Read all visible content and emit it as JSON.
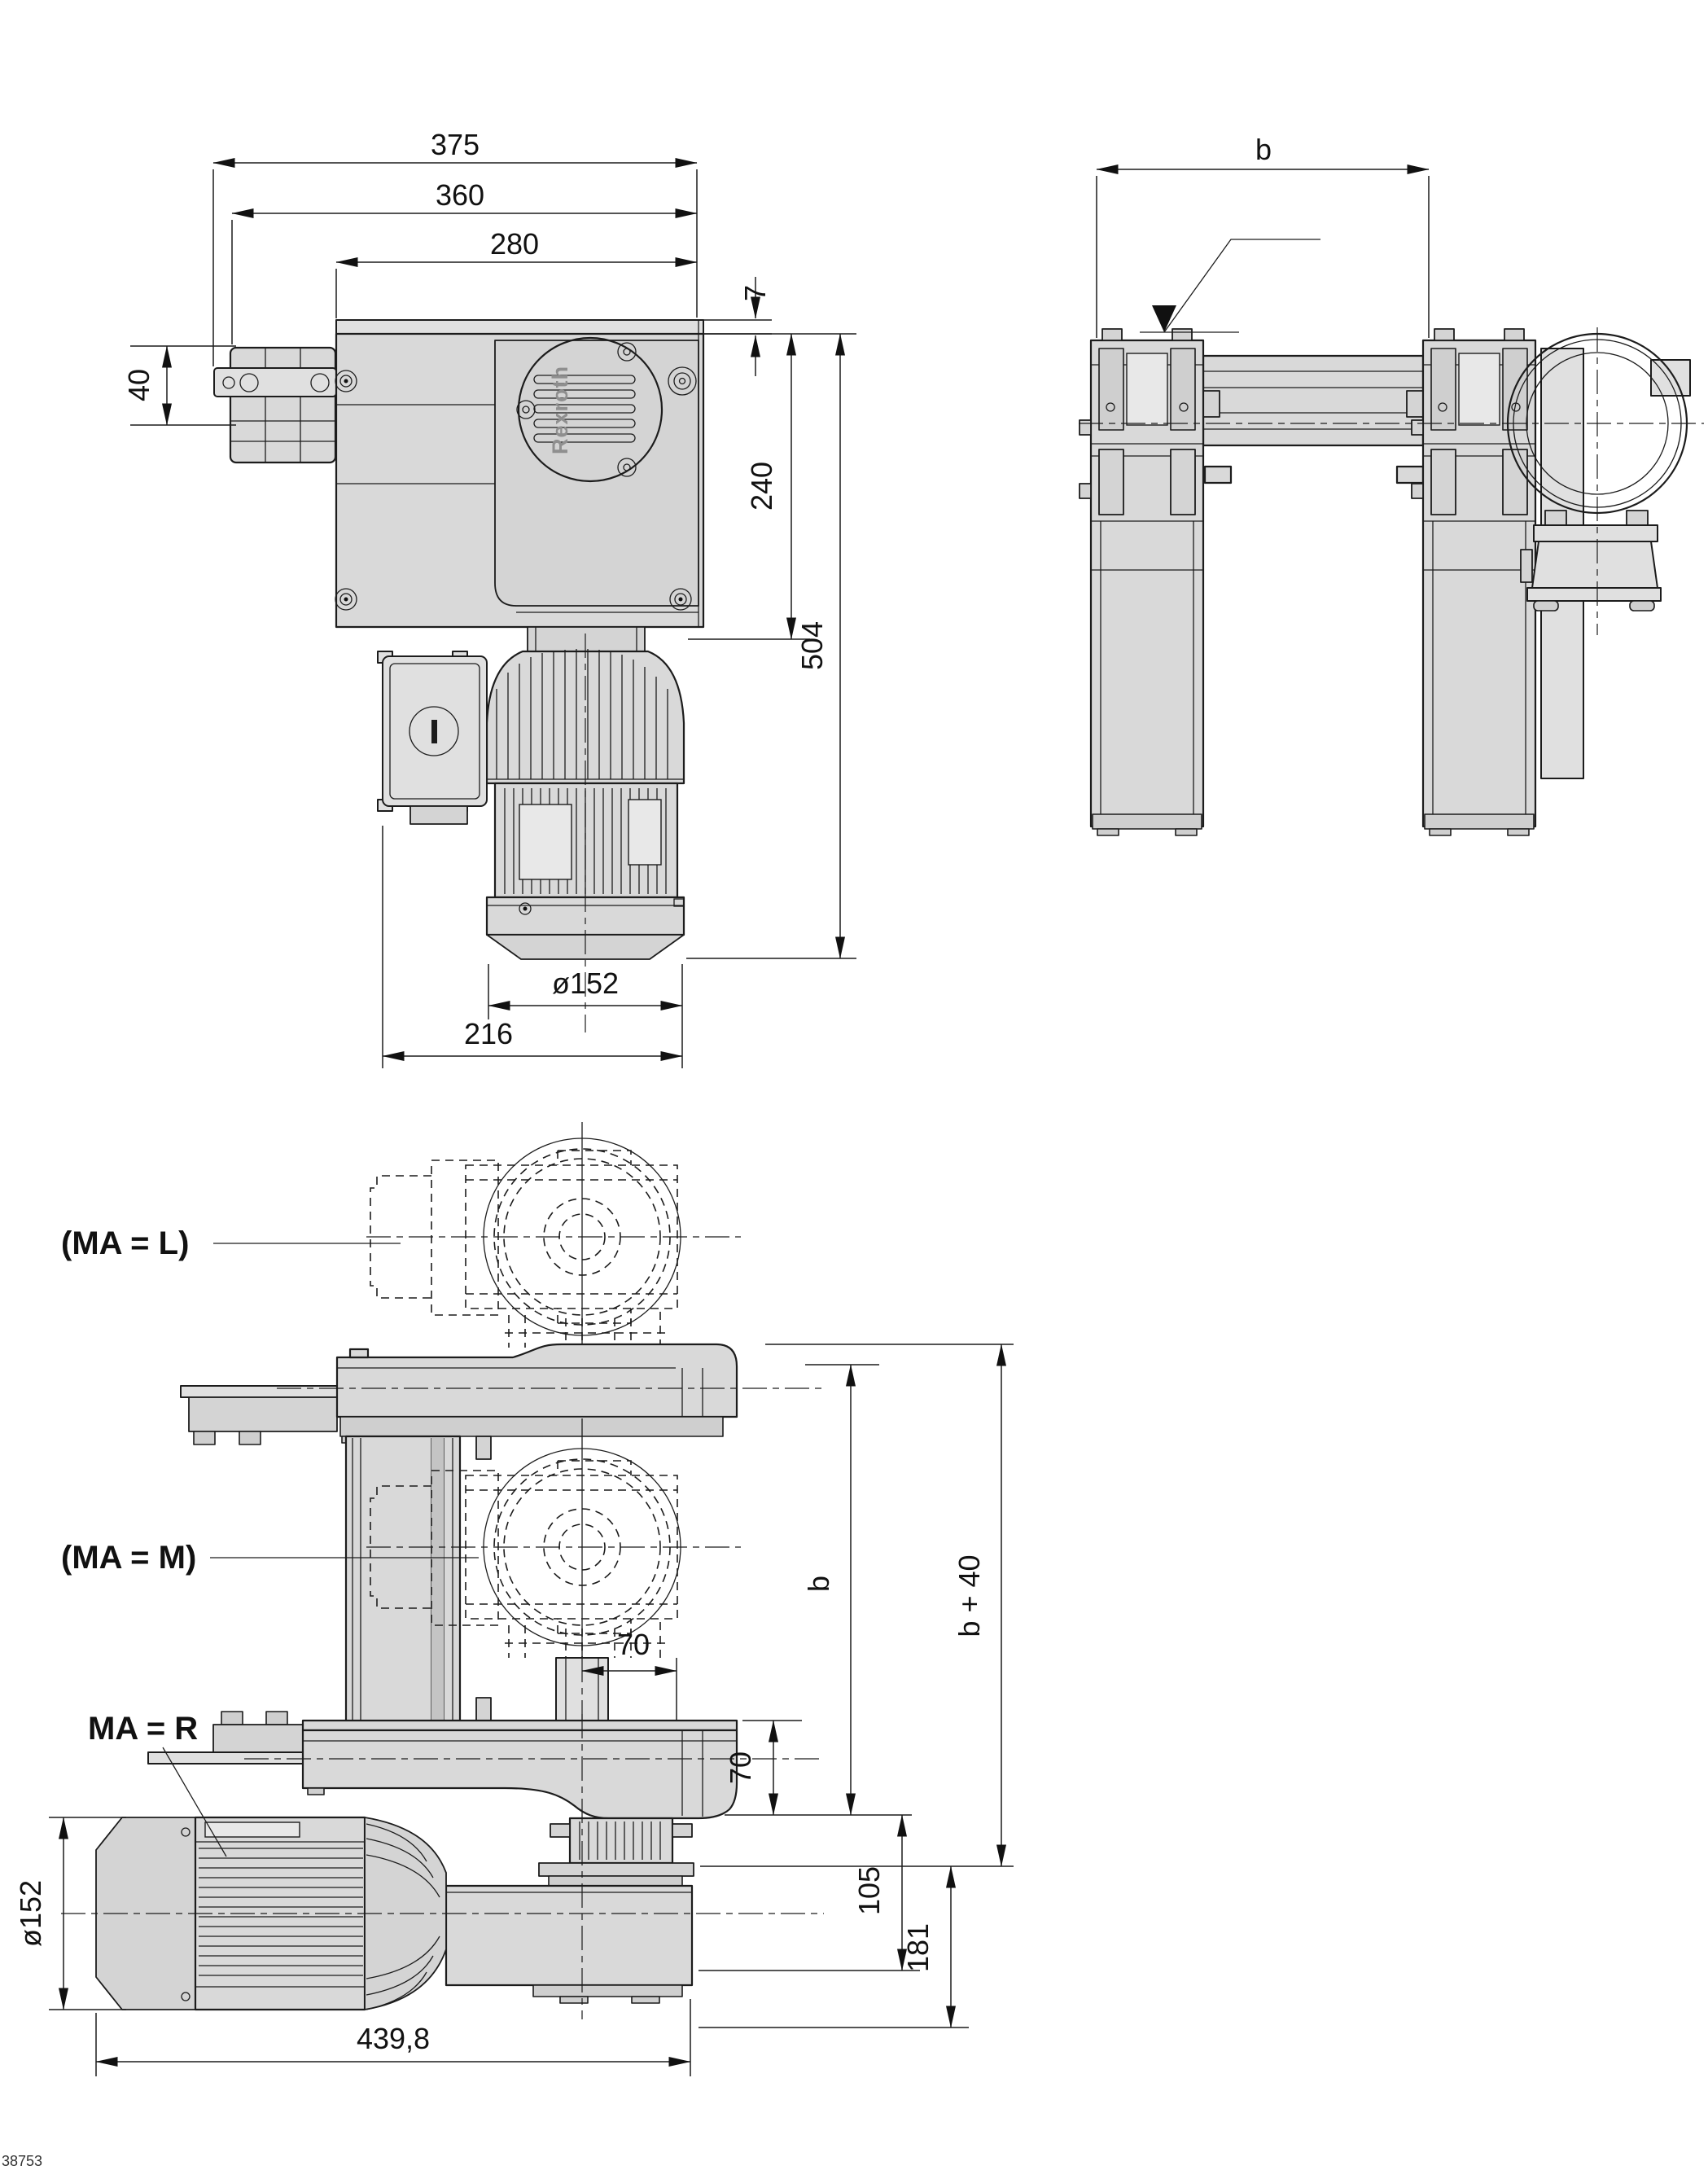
{
  "drawing_number": "38753",
  "brand_label": "Rexroth",
  "colors": {
    "ink": "#1c1c1c",
    "metal_light": "#d9d9d9",
    "metal_mid": "#cfcfcf",
    "background": "#ffffff"
  },
  "front_view": {
    "dim_total_width": "375",
    "dim_profile_width": "360",
    "dim_housing_width": "280",
    "dim_cover_plate_thickness": "7",
    "dim_bracket_height": "40",
    "dim_housing_height": "240",
    "dim_total_height": "504",
    "dim_motor_diameter": "ø152",
    "dim_motor_assembly_width": "216"
  },
  "side_view": {
    "dim_section_length": "b"
  },
  "mounting_view": {
    "label_motor_left": "(MA = L)",
    "label_motor_mid": "(MA = M)",
    "label_motor_right": "MA = R",
    "dim_shaft_offset": "70",
    "dim_head_height": "70",
    "dim_flange_height": "105",
    "dim_motor_axis_height": "181",
    "dim_section_length": "b",
    "dim_section_length_plus": "b + 40",
    "dim_motor_diameter": "ø152",
    "dim_total_length": "439,8"
  }
}
